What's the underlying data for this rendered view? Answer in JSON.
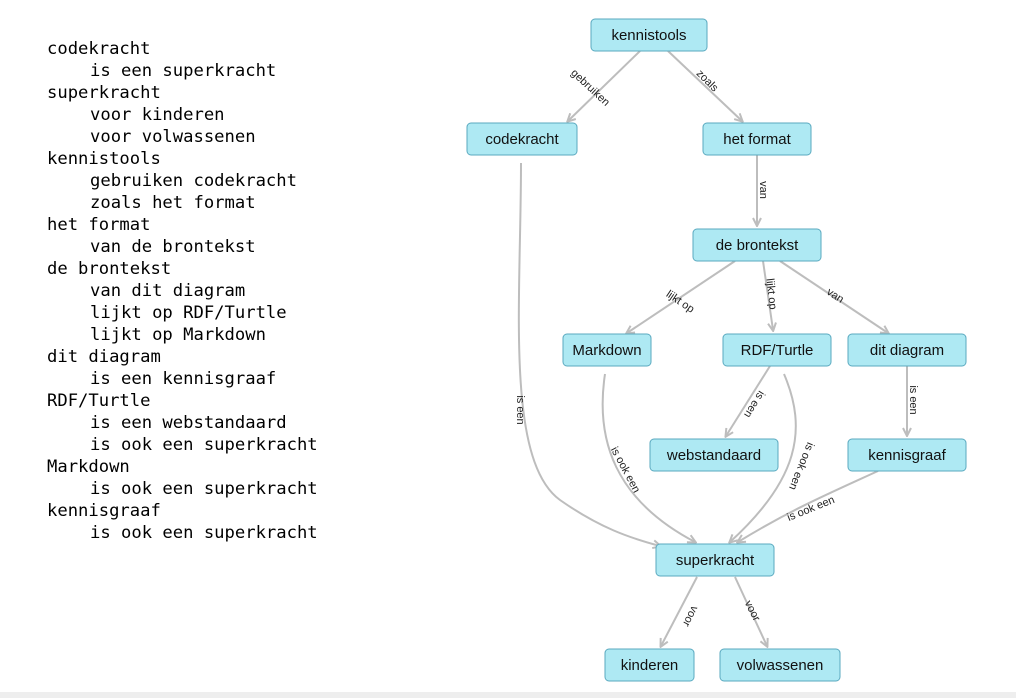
{
  "source_text": [
    {
      "subject": "codekracht",
      "statements": [
        "is een superkracht"
      ]
    },
    {
      "subject": "superkracht",
      "statements": [
        "voor kinderen",
        "voor volwassenen"
      ]
    },
    {
      "subject": "kennistools",
      "statements": [
        "gebruiken codekracht",
        "zoals het format"
      ]
    },
    {
      "subject": "het format",
      "statements": [
        "van de brontekst"
      ]
    },
    {
      "subject": "de brontekst",
      "statements": [
        "van dit diagram",
        "lijkt op RDF/Turtle",
        "lijkt op Markdown"
      ]
    },
    {
      "subject": "dit diagram",
      "statements": [
        "is een kennisgraaf"
      ]
    },
    {
      "subject": "RDF/Turtle",
      "statements": [
        "is een webstandaard",
        "is ook een superkracht"
      ]
    },
    {
      "subject": "Markdown",
      "statements": [
        "is ook een superkracht"
      ]
    },
    {
      "subject": "kennisgraaf",
      "statements": [
        "is ook een superkracht"
      ]
    }
  ],
  "graph": {
    "node_color": "#aee9f3",
    "node_border_color": "#5aa9bf",
    "edge_color": "#bdbdbd",
    "nodes": {
      "kennistools": "kennistools",
      "codekracht": "codekracht",
      "het_format": "het format",
      "de_brontekst": "de brontekst",
      "markdown": "Markdown",
      "rdf_turtle": "RDF/Turtle",
      "dit_diagram": "dit diagram",
      "webstandaard": "webstandaard",
      "kennisgraaf": "kennisgraaf",
      "superkracht": "superkracht",
      "kinderen": "kinderen",
      "volwassenen": "volwassenen"
    },
    "edges": [
      {
        "from": "kennistools",
        "to": "codekracht",
        "label": "gebruiken"
      },
      {
        "from": "kennistools",
        "to": "het format",
        "label": "zoals"
      },
      {
        "from": "het format",
        "to": "de brontekst",
        "label": "van"
      },
      {
        "from": "de brontekst",
        "to": "Markdown",
        "label": "lijkt op"
      },
      {
        "from": "de brontekst",
        "to": "RDF/Turtle",
        "label": "lijkt op"
      },
      {
        "from": "de brontekst",
        "to": "dit diagram",
        "label": "van"
      },
      {
        "from": "RDF/Turtle",
        "to": "webstandaard",
        "label": "is een"
      },
      {
        "from": "dit diagram",
        "to": "kennisgraaf",
        "label": "is een"
      },
      {
        "from": "codekracht",
        "to": "superkracht",
        "label": "is een"
      },
      {
        "from": "Markdown",
        "to": "superkracht",
        "label": "is ook een"
      },
      {
        "from": "RDF/Turtle",
        "to": "superkracht",
        "label": "is ook een"
      },
      {
        "from": "kennisgraaf",
        "to": "superkracht",
        "label": "is ook een"
      },
      {
        "from": "superkracht",
        "to": "kinderen",
        "label": "voor"
      },
      {
        "from": "superkracht",
        "to": "volwassenen",
        "label": "voor"
      }
    ]
  }
}
